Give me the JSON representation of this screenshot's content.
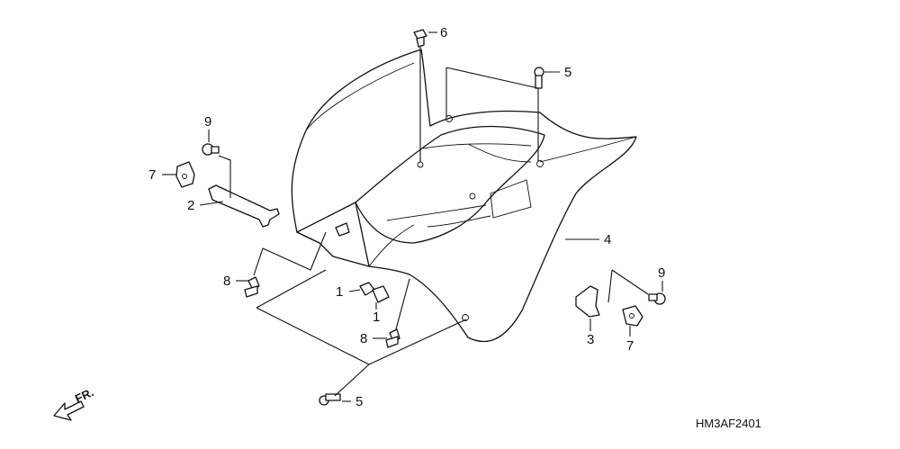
{
  "diagram": {
    "code": "HM3AF2401",
    "front_marker": "FR.",
    "callouts": [
      {
        "id": "c1a",
        "num": "1"
      },
      {
        "id": "c1b",
        "num": "1"
      },
      {
        "id": "c2",
        "num": "2"
      },
      {
        "id": "c3",
        "num": "3"
      },
      {
        "id": "c4",
        "num": "4"
      },
      {
        "id": "c5a",
        "num": "5"
      },
      {
        "id": "c5b",
        "num": "5"
      },
      {
        "id": "c6",
        "num": "6"
      },
      {
        "id": "c7a",
        "num": "7"
      },
      {
        "id": "c7b",
        "num": "7"
      },
      {
        "id": "c8a",
        "num": "8"
      },
      {
        "id": "c8b",
        "num": "8"
      },
      {
        "id": "c9a",
        "num": "9"
      },
      {
        "id": "c9b",
        "num": "9"
      }
    ]
  }
}
